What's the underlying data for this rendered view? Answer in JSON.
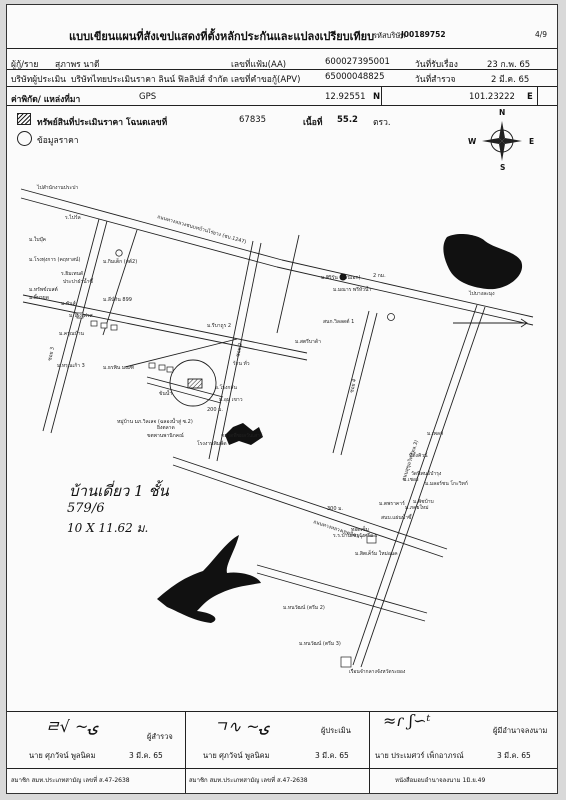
{
  "header": {
    "title": "แบบเขียนแผนที่สังเขปแสดงที่ตั้งหลักประกันและแปลงเปรียบเทียบ",
    "company_code_label": "รหัสบริษัท",
    "company_code": "J00189752",
    "page": "4/9"
  },
  "info": {
    "borrower_label": "ผู้กู้/ราย",
    "borrower_name": "สุภาพร    นาดี",
    "form_no_label": "เลขที่แฟ้ม(AA)",
    "form_no": "600027395001",
    "received_date_label": "วันที่รับเรื่อง",
    "received_date": "23 ก.พ. 65",
    "appraiser_label": "บริษัทผู้ประเมิน",
    "appraiser_name": "บริษัทไทยประเมินราคา ลินน์ ฟิลลิปส์ จำกัด",
    "app_no_label": "เลขที่คำขอกู้(APV)",
    "app_no": "65000048825",
    "survey_date_label": "วันที่สำรวจ",
    "survey_date": "2 มี.ค. 65"
  },
  "coords": {
    "label": "ค่าพิกัด/ แหล่งที่มา",
    "source": "GPS",
    "north_value": "12.92551",
    "north_dir": "N",
    "east_value": "101.23222",
    "east_dir": "E"
  },
  "legend": {
    "subject_label": "ทรัพย์สินที่ประเมินราคา โฉนดเลขที่",
    "deed_no": "67835",
    "area_label": "เนื้อที่",
    "area_value": "55.2",
    "area_unit": "ตรว.",
    "comparable_label": "ข้อมูลราคา"
  },
  "compass": {
    "n": "N",
    "s": "S",
    "e": "E",
    "w": "W"
  },
  "map": {
    "road_main": "ถนนทางหลวงชนบทบ้านไร่ยาง (ชบ.1247)",
    "road_side": "ถนนสุขุมวิท (ทล.3)",
    "road_bottom": "ถนนทางหลวงเขตนิคมฯ",
    "soi_2": "ซอย 2",
    "soi_3": "ซอย 3",
    "soi_4": "ซอย 4",
    "village": "หมู่บ้าน มภ.วิลเลจ (ฉลองน้ำสู่ ซ.2)",
    "place_label_1": "ไปสำนักงานประปา",
    "place_label_2": "ไปบางละมุง",
    "distance_1": "200 ม.",
    "distance_2": "2 กม.",
    "distance_3": "300 ม.",
    "labels": [
      "ม.ใบบุ๊ค",
      "ร.ไปร์ล",
      "ม.โรงทุ่งการ (คฤหาสน์)",
      "ม.กิมเต็ก (สต์2)",
      "ร.ยิมเทนดั",
      "ประปาฝ่าน้ำซึ้",
      "ม.หรัพข์เบสต์",
      "ม.ยิ้มรยด",
      "ม.พันส์",
      "ม.โรงเฟรส",
      "ม.ครุณบ้าน",
      "ม.หรุณเก้า 3",
      "ม.ธรพิน มณฑ์",
      "ม.ลีน์กิน 899",
      "ม.ศิริรัน (บ้านเอก)",
      "ม.มณาร พรีหัวน้ำ",
      "สนก.วิลลดต์ 1",
      "ม.รีบาถูร 2",
      "ม.สตรีบาด้า",
      "อ.โรงกลั่น",
      "ม.อุมุ เขาว",
      "ข้นน้ำ",
      "ขตพานพานิกคณ์",
      "โรงงานพิมพ์ด",
      "ม.เพลส์",
      "ที่ตั้งคิวน์",
      "ม.เชอร์",
      "ม.มลอร์ชน โกะวิทก์",
      "ม.พิชบ้าบ",
      "วัดนิพนธ์บำรุง",
      "ม.ตพราคาร์",
      "ม.ภคยใหม่",
      "สนบ.แผ่นน้ำซึ้",
      "ม.สิตเค็ร์ม ใหม่อนค",
      "ม.หนวัฒน์ (ตรีม 2)",
      "ม.หนวัฒน์ (ตรีม 3)",
      "เรือนจำกลางจังหวัดระยอง",
      "ร.ร.บ้านเขาวังศรีอ ร",
      "ทอดเซ็ม",
      "ตลาดพืชผลวันเสาร์",
      "ยิ่งตลาด",
      "ร้าน ทั่ว"
    ]
  },
  "handwriting": {
    "line1": "บ้านเดี่ยว 1 ชั้น",
    "line2": "579/6",
    "line3": "10 X 11.62 ม."
  },
  "signatures": [
    {
      "role": "ผู้สำรวจ",
      "name": "นาย ศุภวัจน์  พูลนิคม",
      "date": "3 มี.ค. 65",
      "member": "สมาชิก สมท.ประเภทสามัญ เลขที่ ส.47-2638"
    },
    {
      "role": "ผู้ประเมิน",
      "name": "นาย ศุภวัจน์  พูลนิคม",
      "date": "3 มี.ค. 65",
      "member": "สมาชิก สมท.ประเภทสามัญ เลขที่ ส.47-2638"
    },
    {
      "role": "ผู้มีอำนาจลงนาม",
      "name": "นาย ประเมศวร์  เพ็กอาภรณ์",
      "date": "3 มี.ค. 65",
      "member": "หนังสือมอบอำนาจลงนาม  1มิ.ย.49"
    }
  ]
}
